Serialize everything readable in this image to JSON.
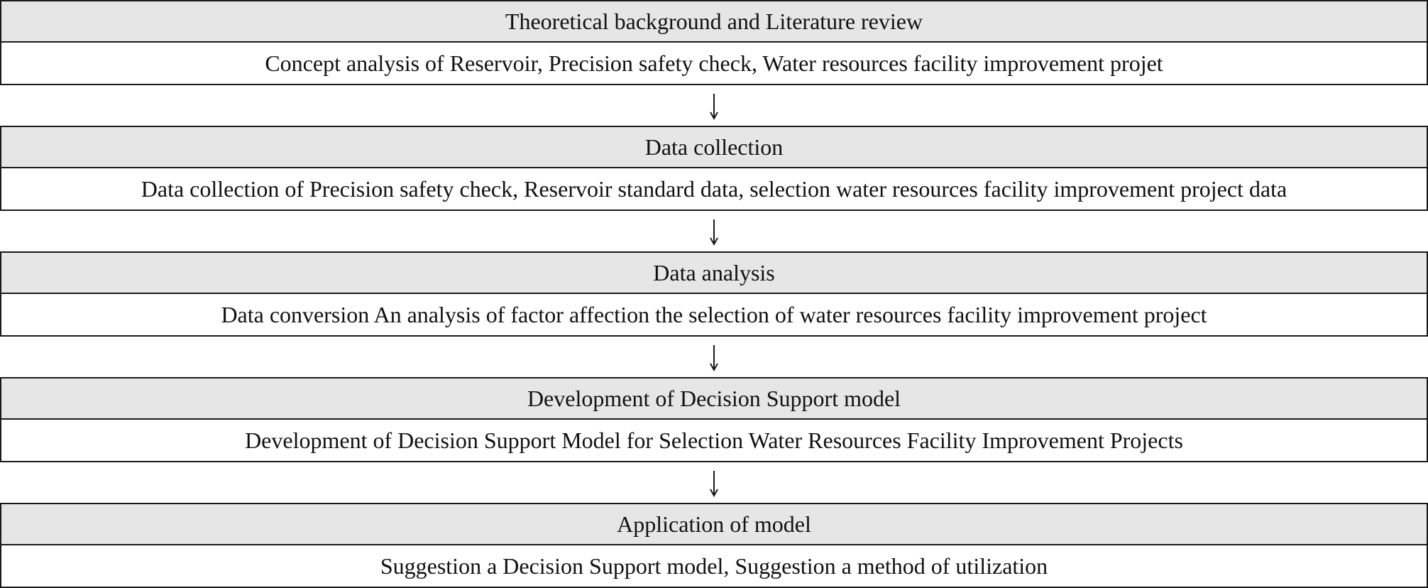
{
  "stages": [
    {
      "title": "Theoretical background and Literature review",
      "description": "Concept analysis of Reservoir, Precision safety check, Water resources facility improvement projet"
    },
    {
      "title": "Data collection",
      "description": "Data collection of Precision safety check, Reservoir standard data, selection water resources facility improvement project data"
    },
    {
      "title": "Data analysis",
      "description": "Data conversion An analysis of factor affection the selection of water resources facility improvement project"
    },
    {
      "title": "Development of Decision Support model",
      "description": "Development of Decision Support Model for Selection Water Resources Facility Improvement Projects"
    },
    {
      "title": "Application of model",
      "description": "Suggestion a Decision Support model, Suggestion a method of utilization"
    }
  ],
  "colors": {
    "header_fill": "#e6e6e6",
    "body_fill": "#ffffff",
    "border": "#1a1a1a"
  },
  "arrow_icon": "down-arrow-icon"
}
